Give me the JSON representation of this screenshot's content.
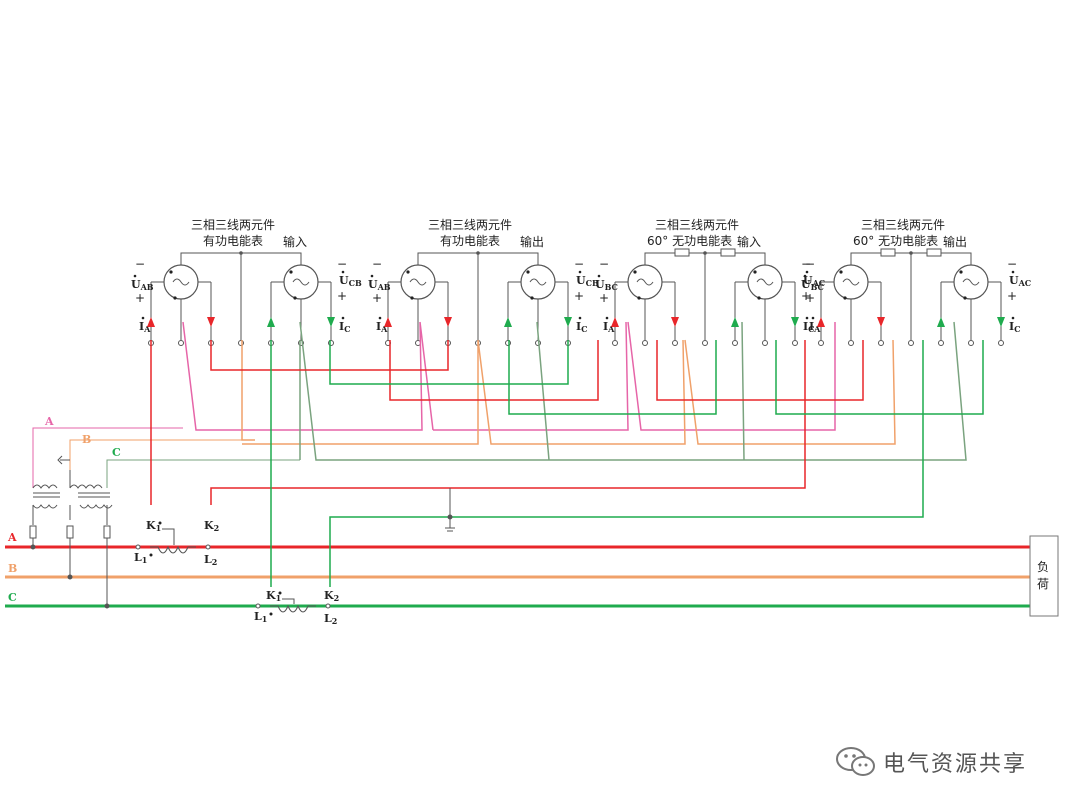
{
  "colors": {
    "A": "#e8262a",
    "B": "#f0a16a",
    "C": "#1fab4e",
    "pink": "#e665a8",
    "olive": "#7aa37f",
    "grid": "#555555"
  },
  "meters": [
    {
      "title1": "三相三线两元件",
      "title2": "有功电能表",
      "tag": "输入",
      "u_left": "U",
      "u_left_sub": "AB",
      "u_right": "U",
      "u_right_sub": "CB",
      "i_left": "I",
      "i_left_sub": "A",
      "i_right": "I",
      "i_right_sub": "C"
    },
    {
      "title1": "三相三线两元件",
      "title2": "有功电能表",
      "tag": "输出",
      "u_left": "U",
      "u_left_sub": "AB",
      "u_right": "U",
      "u_right_sub": "CB",
      "i_left": "I",
      "i_left_sub": "A",
      "i_right": "I",
      "i_right_sub": "C"
    },
    {
      "title1": "三相三线两元件",
      "title2": "60°  无功电能表",
      "tag": "输入",
      "u_left": "U",
      "u_left_sub": "BC",
      "u_right": "U",
      "u_right_sub": "AC",
      "i_left": "I",
      "i_left_sub": "A",
      "i_right": "I",
      "i_right_sub": "C"
    },
    {
      "title1": "三相三线两元件",
      "title2": "60°  无功电能表",
      "tag": "输出",
      "u_left": "U",
      "u_left_sub": "BC",
      "u_right": "U",
      "u_right_sub": "AC",
      "i_left": "I",
      "i_left_sub": "A",
      "i_right": "I",
      "i_right_sub": "C"
    }
  ],
  "phases": {
    "A": "A",
    "B": "B",
    "C": "C"
  },
  "ct1": {
    "k1": "K",
    "k1_sub": "1",
    "k2": "K",
    "k2_sub": "2",
    "l1": "L",
    "l1_sub": "1",
    "l2": "L",
    "l2_sub": "2"
  },
  "ct2": {
    "k1": "K",
    "k1_sub": "1",
    "k2": "K",
    "k2_sub": "2",
    "l1": "L",
    "l1_sub": "1",
    "l2": "L",
    "l2_sub": "2"
  },
  "load": {
    "line1": "负",
    "line2": "荷"
  },
  "signs": {
    "minus": "−",
    "plus": "+"
  },
  "watermark": {
    "text": "电气资源共享"
  }
}
